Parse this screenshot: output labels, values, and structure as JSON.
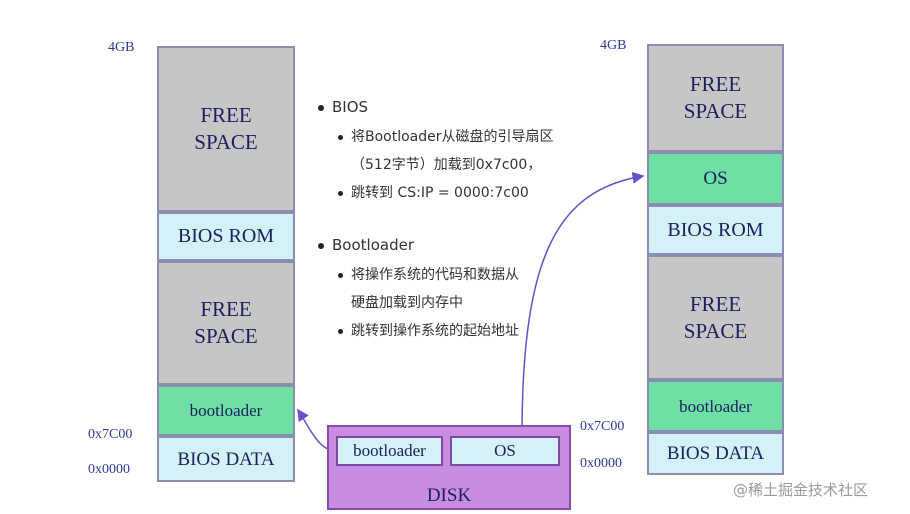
{
  "left_stack": {
    "top_addr": "4GB",
    "free1": "FREE\nSPACE",
    "rom": "BIOS ROM",
    "free2": "FREE\nSPACE",
    "bootloader": "bootloader",
    "data": "BIOS DATA",
    "addr_7c00": "0x7C00",
    "addr_0": "0x0000"
  },
  "right_stack": {
    "top_addr": "4GB",
    "free1": "FREE\nSPACE",
    "os": "OS",
    "rom": "BIOS ROM",
    "free2": "FREE\nSPACE",
    "bootloader": "bootloader",
    "data": "BIOS DATA",
    "addr_7c00": "0x7C00",
    "addr_0": "0x0000"
  },
  "disk": {
    "bootloader": "bootloader",
    "os": "OS",
    "label": "DISK"
  },
  "notes": {
    "bios_title": "BIOS",
    "bios_line1": "将Bootloader从磁盘的引导扇区",
    "bios_line2": "（512字节）加载到0x7c00，",
    "bios_line3": "跳转到 CS:IP = 0000:7c00",
    "boot_title": "Bootloader",
    "boot_line1": "将操作系统的代码和数据从",
    "boot_line2": "硬盘加载到内存中",
    "boot_line3": "跳转到操作系统的起始地址"
  },
  "watermark": "@稀土掘金技术社区",
  "colors": {
    "free": "#c6c6c6",
    "rom": "#d3f1f6",
    "green": "#6ee0a6",
    "disk": "#c98de0",
    "arrow": "#6a4fc8"
  }
}
